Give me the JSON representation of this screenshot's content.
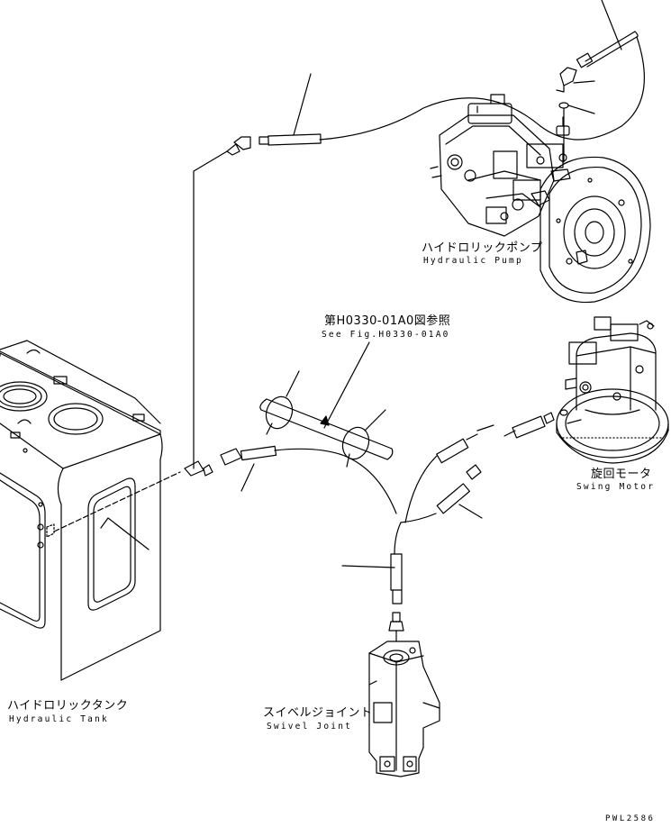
{
  "labels": {
    "pump_jp": "ハイドロリックポンプ",
    "pump_en": "Hydraulic Pump",
    "ref_jp": "第H0330-01A0図参照",
    "ref_en": "See Fig.H0330-01A0",
    "swing_jp": "旋回モータ",
    "swing_en": "Swing Motor",
    "tank_jp": "ハイドロリックタンク",
    "tank_en": "Hydraulic Tank",
    "swivel_jp": "スイベルジョイント",
    "swivel_en": "Swivel Joint"
  },
  "drawing_code": "PWL2586"
}
